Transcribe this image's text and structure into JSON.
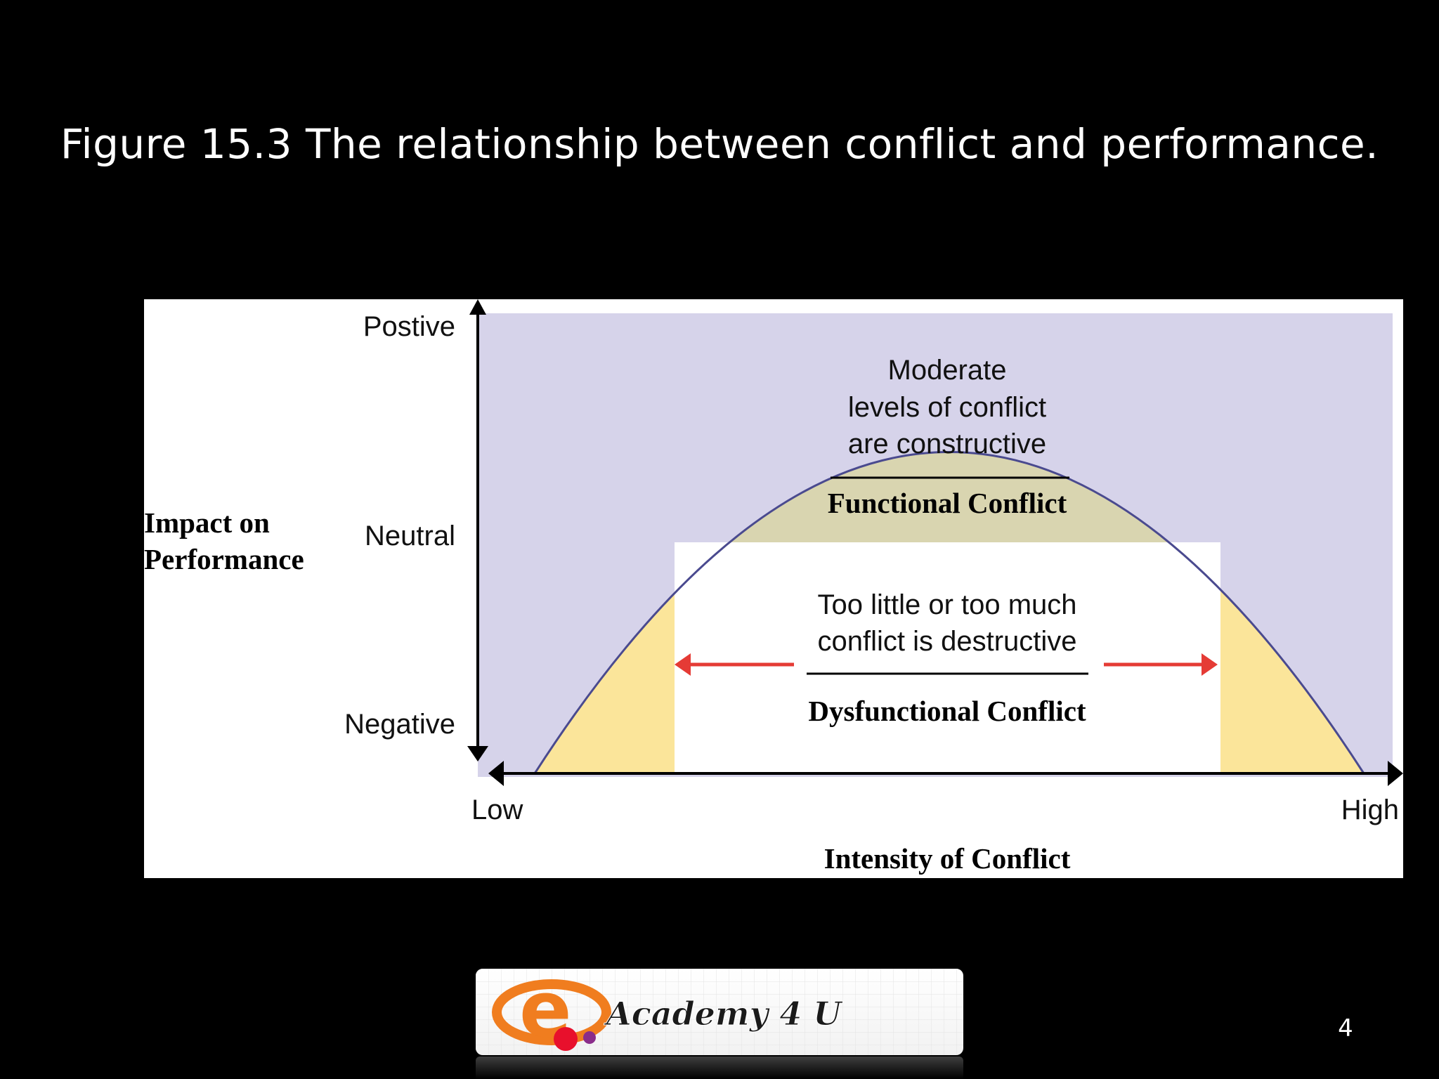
{
  "slide": {
    "title": "Figure 15.3 The relationship between conflict and performance.",
    "page_number": "4"
  },
  "diagram": {
    "y_axis": {
      "title_line1": "Impact on",
      "title_line2": "Performance",
      "tick_top": "Postive",
      "tick_mid": "Neutral",
      "tick_bottom": "Negative"
    },
    "x_axis": {
      "title": "Intensity of Conflict",
      "tick_low": "Low",
      "tick_high": "High"
    },
    "functional_zone": {
      "caption_line1": "Moderate",
      "caption_line2": "levels of conflict",
      "caption_line3": "are constructive",
      "heading": "Functional Conflict"
    },
    "dysfunctional_zone": {
      "caption_line1": "Too little or too much",
      "caption_line2": "conflict is destructive",
      "heading": "Dysfunctional Conflict"
    },
    "colors": {
      "background": "#d6d3ea",
      "functional_fill": "#d9d5b0",
      "dysfunctional_fill": "#fbe59a",
      "curve": "#4a4a8f",
      "arrow": "#e53b35"
    }
  },
  "logo": {
    "mark": "e",
    "wordmark": "Academy 4 U"
  }
}
